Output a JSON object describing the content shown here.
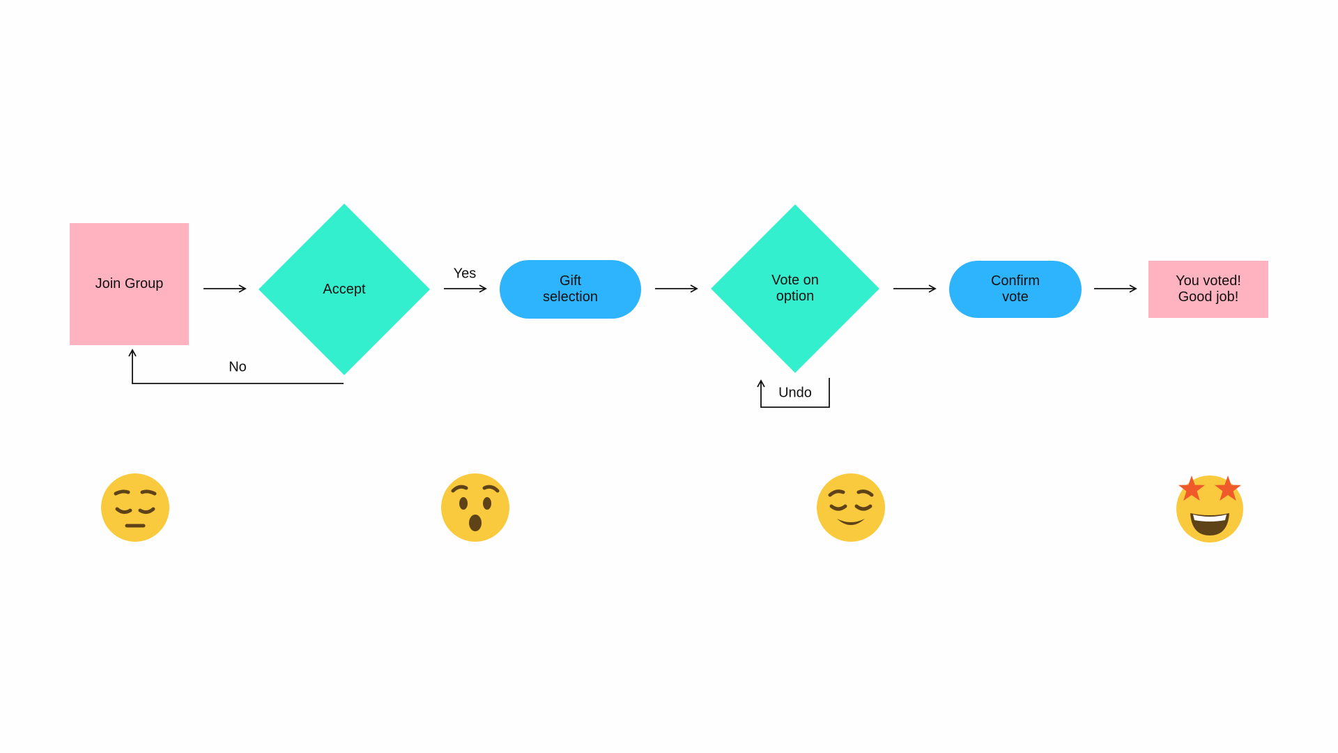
{
  "colors": {
    "sticky_pink": "#ffb3c0",
    "decision_teal": "#34efcd",
    "process_blue": "#2eb4fc",
    "line": "#111111",
    "emoji_face": "#f9ca3e",
    "emoji_feature": "#5f4318",
    "emoji_star": "#ef5a2a"
  },
  "nodes": {
    "join_group": "Join Group",
    "accept": "Accept",
    "gift_selection": "Gift\nselection",
    "vote_on_option": "Vote on\noption",
    "confirm_vote": "Confirm\nvote",
    "you_voted": "You voted!\nGood job!"
  },
  "edges": {
    "yes": "Yes",
    "no": "No",
    "undo": "Undo"
  },
  "emotions": [
    {
      "icon": "pensive-face-icon"
    },
    {
      "icon": "hushed-face-icon"
    },
    {
      "icon": "relieved-face-icon"
    },
    {
      "icon": "star-struck-face-icon"
    }
  ]
}
